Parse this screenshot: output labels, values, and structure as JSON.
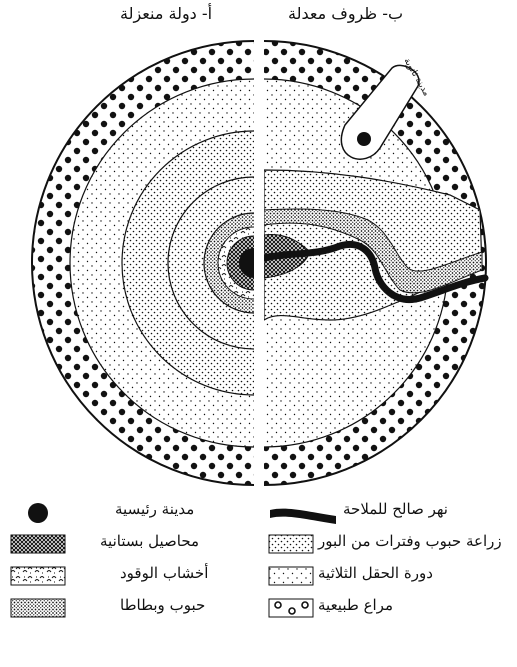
{
  "titles": {
    "isolated_state": "أ- دولة منعزلة",
    "modified_conditions": "ب- ظروف معدلة"
  },
  "map_labels": {
    "secondary_city": "مدينة ثانوية"
  },
  "legend": {
    "left_column": [
      {
        "label": "مدينة رئيسية",
        "symbol": "city-dot"
      },
      {
        "label": "محاصيل بستانية",
        "symbol": "crosshatch"
      },
      {
        "label": "أخشاب الوقود",
        "symbol": "wood"
      },
      {
        "label": "حبوب وبطاطا",
        "symbol": "dense-dots"
      }
    ],
    "right_column": [
      {
        "label": "نهر صالح للملاحة",
        "symbol": "river"
      },
      {
        "label": "زراعة حبوب وفترات من البور",
        "symbol": "medium-dots"
      },
      {
        "label": "دورة الحقل الثلاثية",
        "symbol": "sparse-dots"
      },
      {
        "label": "مراع طبيعية",
        "symbol": "circles"
      }
    ]
  },
  "colors": {
    "ink": "#111111",
    "paper": "#ffffff"
  }
}
